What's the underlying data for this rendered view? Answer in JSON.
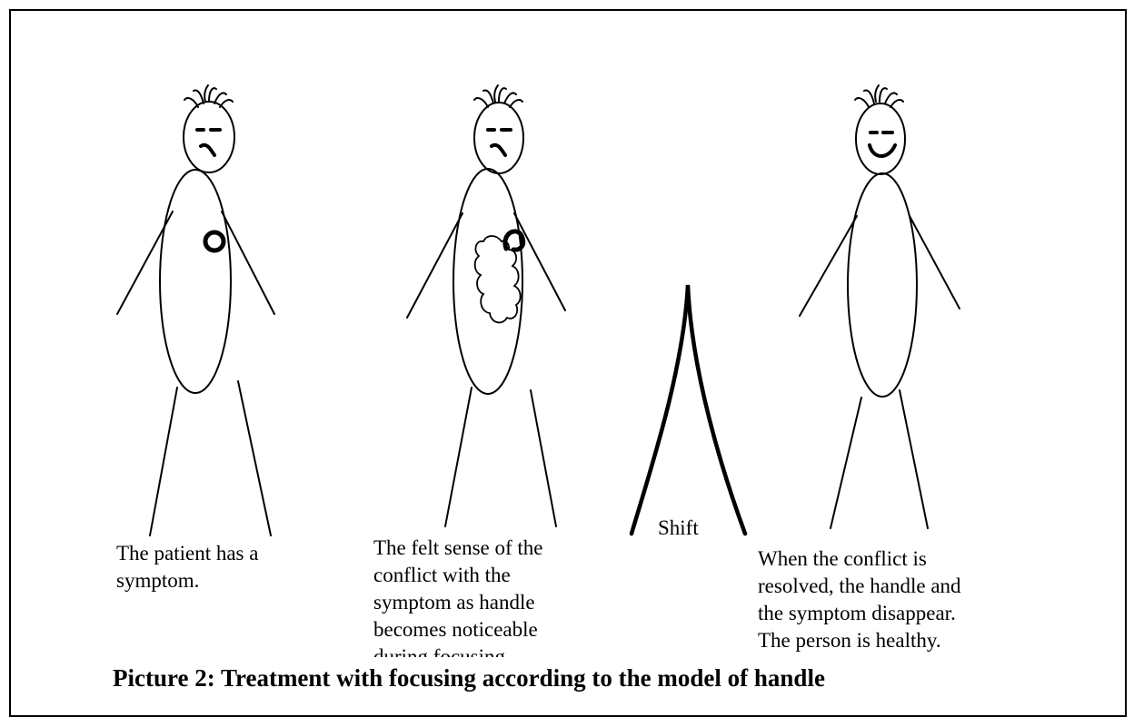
{
  "figure": {
    "captions": {
      "fig1": "The patient has a\nsymptom.",
      "fig2": "The felt sense of the\nconflict with the\nsymptom as handle\nbecomes noticeable\nduring focusing.",
      "shift": "Shift",
      "fig3": "When the conflict is\nresolved, the handle and\nthe symptom disappear.\nThe person is healthy."
    },
    "title": "Picture 2: Treatment with focusing according to the model of handle"
  }
}
